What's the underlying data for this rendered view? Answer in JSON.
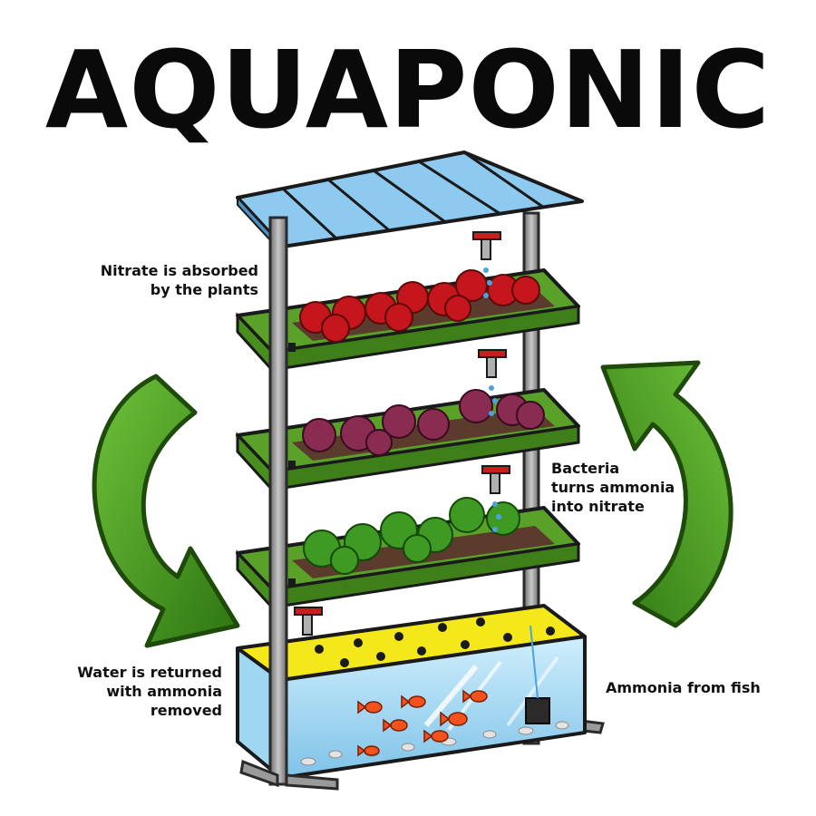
{
  "title": "AQUAPONIC",
  "labels": {
    "nitrate": [
      "Nitrate is absorbed",
      "by the plants"
    ],
    "bacteria": [
      "Bacteria",
      "turns ammonia",
      "into nitrate"
    ],
    "water": [
      "Water is returned",
      "with ammonia",
      "removed"
    ],
    "ammonia": [
      "Ammonia from fish"
    ]
  },
  "colors": {
    "arrow_green": "#3d8a1a",
    "tray_green": "#5aa12a",
    "roof_blue": "#8ec9ef",
    "tank_blue": "#bfe3f7",
    "tank_lid_yellow": "#f4e81a",
    "plant_red": "#c4161c",
    "plant_purple": "#8a2b52",
    "plant_green": "#3f9a24",
    "fish_orange": "#f2521c"
  },
  "icons": [
    "circular-arrow-left-icon",
    "circular-arrow-right-icon",
    "fish-icon",
    "faucet-icon",
    "pump-icon"
  ]
}
